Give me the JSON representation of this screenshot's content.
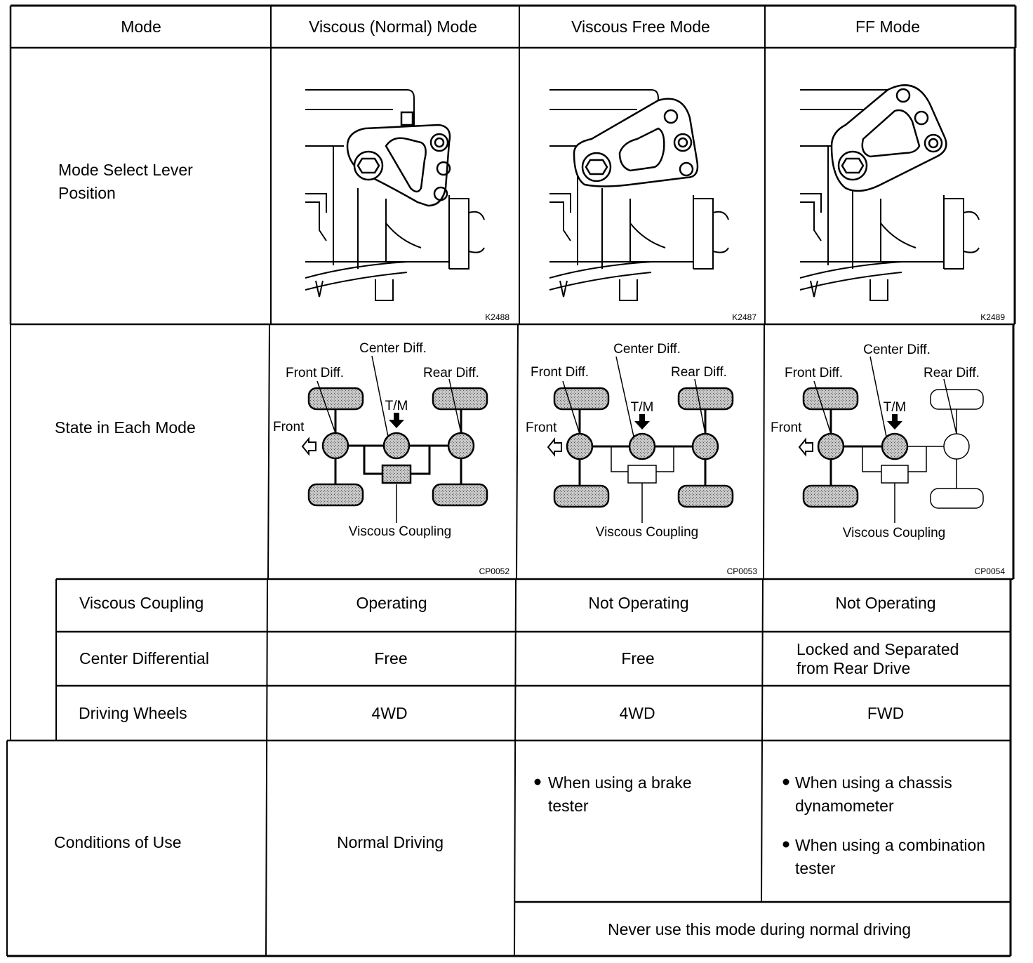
{
  "header": {
    "mode": "Mode",
    "col1": "Viscous (Normal) Mode",
    "col2": "Viscous Free Mode",
    "col3": "FF Mode"
  },
  "rows": {
    "lever_line1": "Mode Select Lever",
    "lever_line2": "Position",
    "state": "State in Each Mode",
    "viscous_coupling": "Viscous Coupling",
    "center_differential": "Center Differential",
    "driving_wheels": "Driving Wheels",
    "conditions": "Conditions of Use"
  },
  "lever_codes": [
    "K2488",
    "K2487",
    "K2489"
  ],
  "diagram_codes": [
    "CP0052",
    "CP0053",
    "CP0054"
  ],
  "diagram_labels": {
    "center_diff": "Center Diff.",
    "front_diff": "Front Diff.",
    "rear_diff": "Rear Diff.",
    "tm": "T/M",
    "front": "Front",
    "viscous_coupling": "Viscous Coupling"
  },
  "values": {
    "viscous_coupling": [
      "Operating",
      "Not Operating",
      "Not Operating"
    ],
    "center_differential_1": "Free",
    "center_differential_2": "Free",
    "center_differential_3_line1": "Locked and Separated",
    "center_differential_3_line2": "from Rear Drive",
    "driving_wheels": [
      "4WD",
      "4WD",
      "FWD"
    ]
  },
  "conditions": {
    "col1": "Normal Driving",
    "col2_line1": "When using a brake",
    "col2_line2": "tester",
    "col3_b1_line1": "When using a chassis",
    "col3_b1_line2": "dynamometer",
    "col3_b2_line1": "When using a combination",
    "col3_b2_line2": "tester",
    "note": "Never use this mode during normal driving"
  },
  "icons": [
    "bullet-icon",
    "down-arrow-icon",
    "front-arrow-icon"
  ],
  "colors": {
    "ink": "#000000",
    "paper": "#ffffff",
    "shade": "#b4b4b4"
  }
}
